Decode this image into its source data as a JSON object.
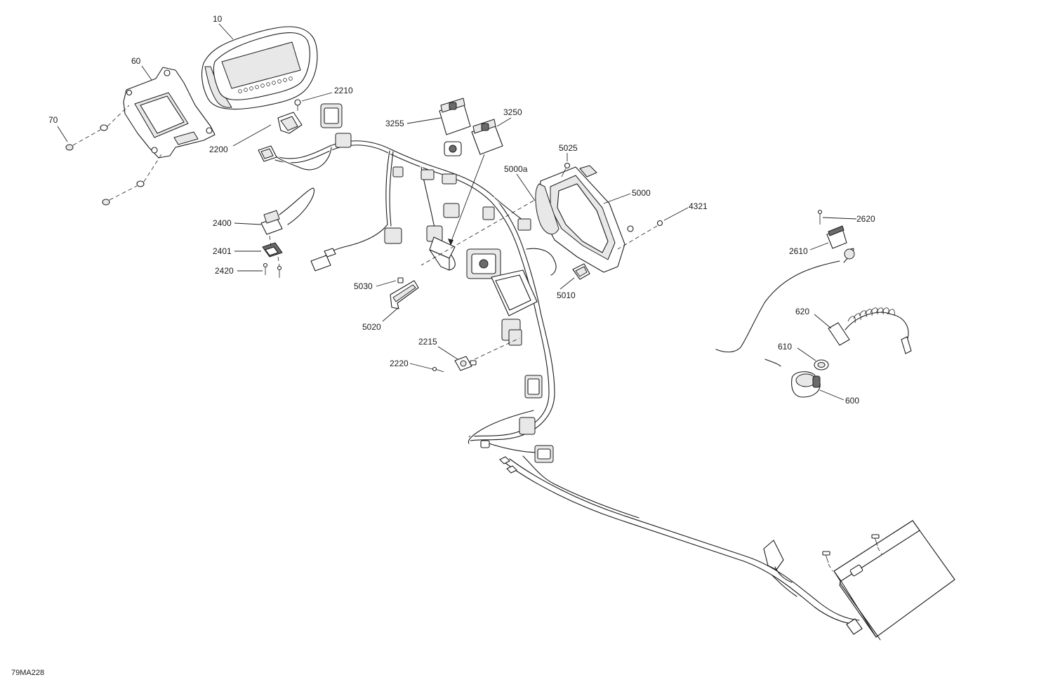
{
  "diagram_ref": "79MA228",
  "callouts": [
    {
      "id": "c10",
      "label": "10"
    },
    {
      "id": "c60",
      "label": "60"
    },
    {
      "id": "c70",
      "label": "70"
    },
    {
      "id": "c2210",
      "label": "2210"
    },
    {
      "id": "c2200",
      "label": "2200"
    },
    {
      "id": "c3255",
      "label": "3255"
    },
    {
      "id": "c3250",
      "label": "3250"
    },
    {
      "id": "c5025",
      "label": "5025"
    },
    {
      "id": "c5000a",
      "label": "5000a"
    },
    {
      "id": "c5000",
      "label": "5000"
    },
    {
      "id": "c4321",
      "label": "4321"
    },
    {
      "id": "c2400",
      "label": "2400"
    },
    {
      "id": "c2401",
      "label": "2401"
    },
    {
      "id": "c2420",
      "label": "2420"
    },
    {
      "id": "c5030",
      "label": "5030"
    },
    {
      "id": "c5020",
      "label": "5020"
    },
    {
      "id": "c5010",
      "label": "5010"
    },
    {
      "id": "c2215",
      "label": "2215"
    },
    {
      "id": "c2220",
      "label": "2220"
    },
    {
      "id": "c2620",
      "label": "2620"
    },
    {
      "id": "c2610",
      "label": "2610"
    },
    {
      "id": "c620",
      "label": "620"
    },
    {
      "id": "c610",
      "label": "610"
    },
    {
      "id": "c600",
      "label": "600"
    }
  ]
}
